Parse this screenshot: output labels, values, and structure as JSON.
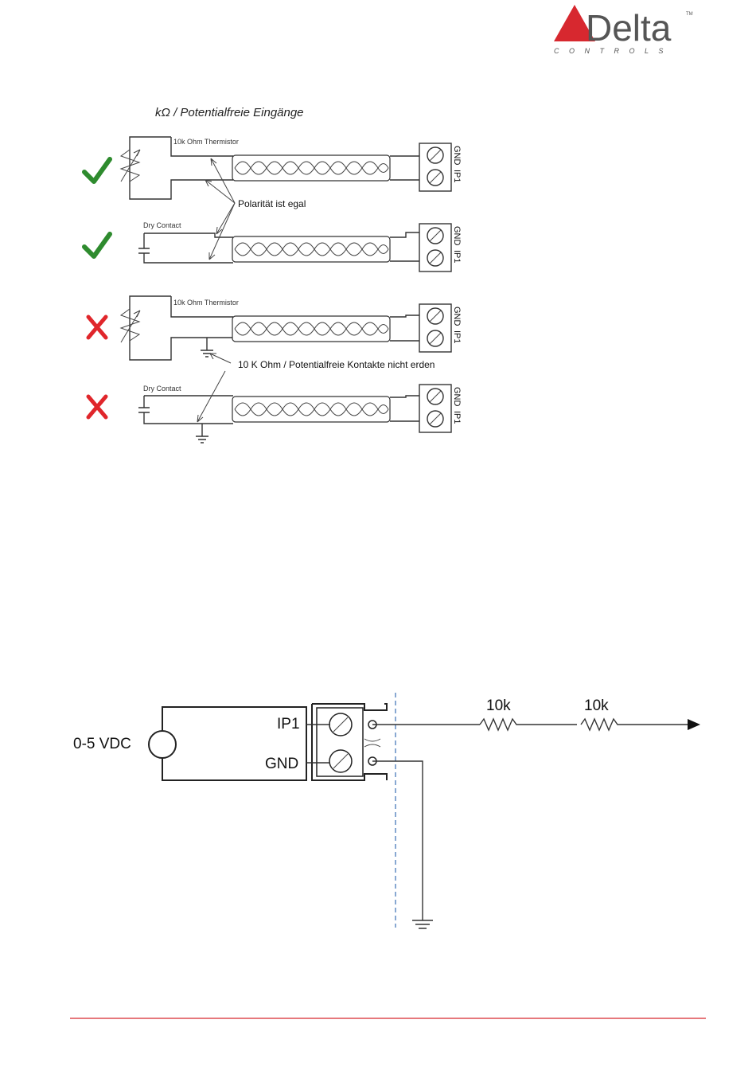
{
  "header": {
    "logo_text": "Delta",
    "logo_subtext": "C O N T R O L S",
    "trademark": "TM",
    "brand_color": "#d7282f"
  },
  "diagram1": {
    "title": "kΩ / Potentialfreie Eingänge",
    "polarity_note": "Polarität ist egal",
    "ground_note": "10 K Ohm / Potentialfreie Kontakte nicht erden",
    "rows": [
      {
        "label": "10k Ohm Thermistor",
        "status": "ok",
        "terminal_top": "GND",
        "terminal_bottom": "IP1"
      },
      {
        "label": "Dry Contact",
        "status": "ok",
        "terminal_top": "GND",
        "terminal_bottom": "IP1"
      },
      {
        "label": "10k Ohm Thermistor",
        "status": "bad",
        "terminal_top": "GND",
        "terminal_bottom": "IP1"
      },
      {
        "label": "Dry Contact",
        "status": "bad",
        "terminal_top": "GND",
        "terminal_bottom": "IP1"
      }
    ],
    "ok_color": "#2e8b2e",
    "bad_color": "#e0262b"
  },
  "diagram2": {
    "source_label": "0-5 VDC",
    "terminal_ip": "IP1",
    "terminal_gnd": "GND",
    "resistor1": "10k",
    "resistor2": "10k",
    "divider_color": "#3a6fb5"
  },
  "footer": {
    "line_color": "#d7282f"
  }
}
